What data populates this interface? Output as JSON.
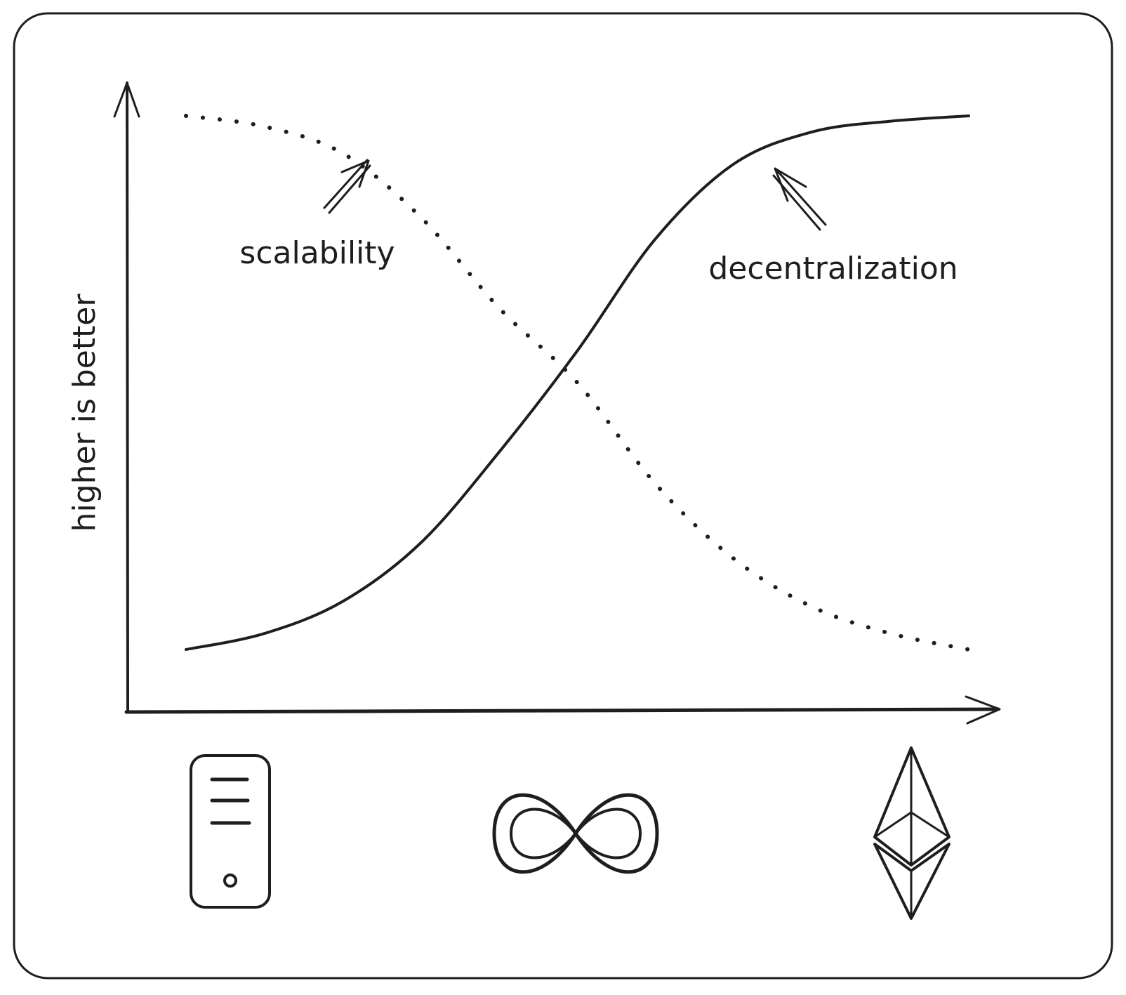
{
  "chart_data": {
    "type": "line",
    "title": "",
    "xlabel": "",
    "ylabel": "higher is better",
    "x_categories": [
      "server-icon",
      "infinity-icon",
      "ethereum-icon"
    ],
    "x": [
      0,
      0.5,
      1
    ],
    "ylim": [
      0,
      1
    ],
    "grid": false,
    "series": [
      {
        "name": "scalability",
        "style": "dotted",
        "x": [
          0,
          0.1,
          0.2,
          0.3,
          0.4,
          0.5,
          0.6,
          0.7,
          0.8,
          0.9,
          1.0
        ],
        "values": [
          1.0,
          0.98,
          0.93,
          0.81,
          0.64,
          0.5,
          0.31,
          0.17,
          0.08,
          0.03,
          0.0
        ]
      },
      {
        "name": "decentralization",
        "style": "solid",
        "x": [
          0,
          0.1,
          0.2,
          0.3,
          0.4,
          0.5,
          0.6,
          0.7,
          0.8,
          0.9,
          1.0
        ],
        "values": [
          0.0,
          0.03,
          0.09,
          0.2,
          0.37,
          0.56,
          0.77,
          0.91,
          0.97,
          0.99,
          1.0
        ]
      }
    ],
    "colors": {
      "ink": "#1e1e1e",
      "frame": "#1e1e1e",
      "background": "#ffffff"
    }
  }
}
